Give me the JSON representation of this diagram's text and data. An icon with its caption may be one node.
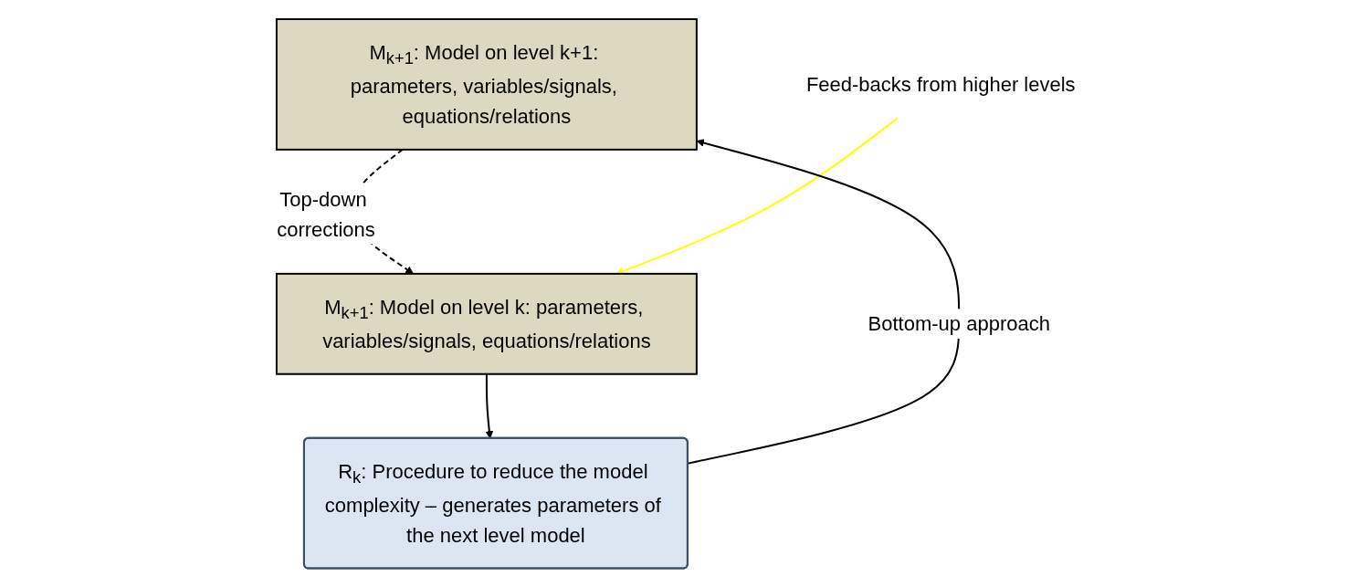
{
  "diagram": {
    "nodes": [
      {
        "text": [
          "M$_{k+1}$: Model on level k+1: parameters, variables/signals, equations/relations"
        ]
      },
      {
        "text": [
          "Feed-backs from higher levels"
        ]
      },
      {
        "text": [
          "M$_{k+1}$: Model on level k: parameters, variables/signals, equations/relations"
        ]
      },
      {
        "text": [
          "R$_{k}$: Procedure to reduce the model complexity – generates parameters of the next level model"
        ]
      }
    ],
    "edges": [
      {
        "from": 0,
        "to": 2,
        "arrow": "to",
        "label": "Top-down corrections",
        "style": "dashed"
      },
      {
        "from": 1,
        "to": 2,
        "arrow": "to",
        "color": "#ffff00"
      },
      {
        "from": 2,
        "to": 3,
        "arrow": "to"
      },
      {
        "from": 3,
        "to": 0,
        "arrow": "to",
        "label": "Bottom-up approach"
      }
    ]
  }
}
